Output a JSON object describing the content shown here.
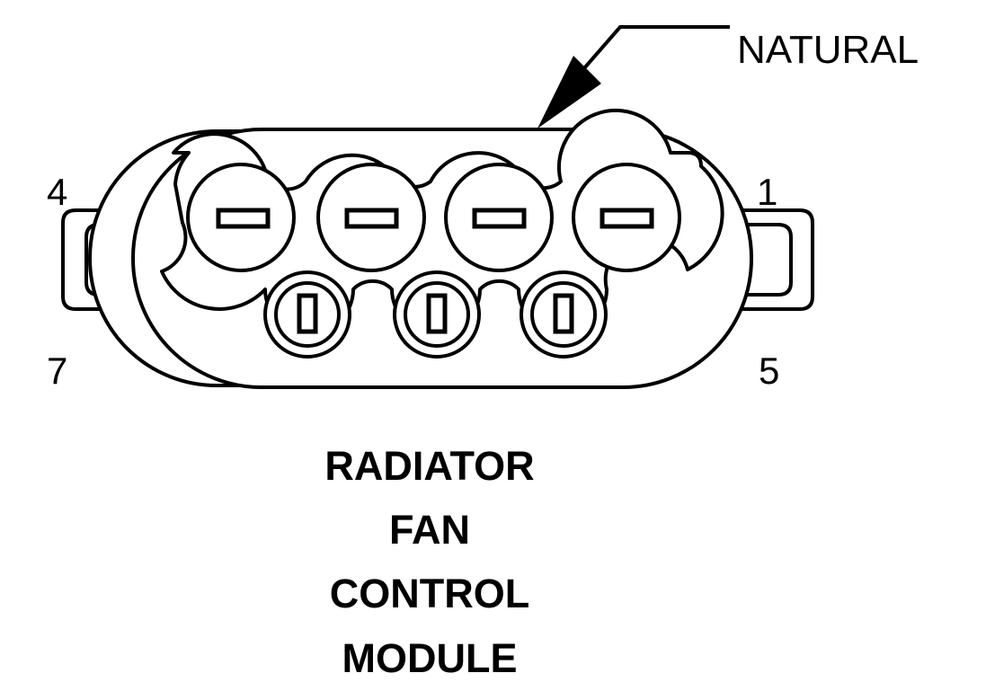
{
  "diagram": {
    "callout_label": "NATURAL",
    "pin_labels": {
      "top_left": "4",
      "top_right": "1",
      "bottom_left": "7",
      "bottom_right": "5"
    },
    "title_lines": [
      "RADIATOR",
      "FAN",
      "CONTROL",
      "MODULE"
    ],
    "upper_cavity_count": 4,
    "lower_cavity_count": 3,
    "colors": {
      "line": "#000000",
      "background": "#ffffff"
    }
  }
}
